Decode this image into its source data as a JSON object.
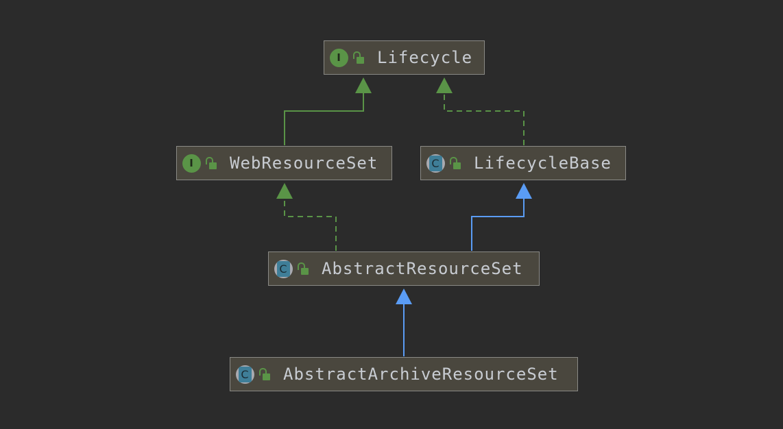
{
  "diagram": {
    "nodes": [
      {
        "id": "lifecycle",
        "name": "Lifecycle",
        "kind": "interface",
        "kind_letter": "I",
        "access_icon": "unlocked-public-icon"
      },
      {
        "id": "web-resource-set",
        "name": "WebResourceSet",
        "kind": "interface",
        "kind_letter": "I",
        "access_icon": "unlocked-public-icon"
      },
      {
        "id": "lifecycle-base",
        "name": "LifecycleBase",
        "kind": "abstract-class",
        "kind_letter": "C",
        "access_icon": "unlocked-public-icon"
      },
      {
        "id": "abstract-resource-set",
        "name": "AbstractResourceSet",
        "kind": "abstract-class",
        "kind_letter": "C",
        "access_icon": "unlocked-public-icon"
      },
      {
        "id": "abstract-archive-resource-set",
        "name": "AbstractArchiveResourceSet",
        "kind": "abstract-class",
        "kind_letter": "C",
        "access_icon": "unlocked-public-icon"
      }
    ],
    "edges": [
      {
        "from": "web-resource-set",
        "to": "lifecycle",
        "relation": "extends",
        "style": "solid",
        "color": "#5a9447"
      },
      {
        "from": "lifecycle-base",
        "to": "lifecycle",
        "relation": "implements",
        "style": "dashed",
        "color": "#5a9447"
      },
      {
        "from": "abstract-resource-set",
        "to": "web-resource-set",
        "relation": "implements",
        "style": "dashed",
        "color": "#5a9447"
      },
      {
        "from": "abstract-resource-set",
        "to": "lifecycle-base",
        "relation": "extends",
        "style": "solid",
        "color": "#5a9cf5"
      },
      {
        "from": "abstract-archive-resource-set",
        "to": "abstract-resource-set",
        "relation": "extends",
        "style": "solid",
        "color": "#5a9cf5"
      }
    ],
    "colors": {
      "background": "#2b2b2b",
      "node_fill": "#4a473e",
      "node_border": "#8a8a86",
      "interface_green": "#5a9447",
      "class_blue": "#3f7e98",
      "extends_blue": "#5a9cf5",
      "text": "#c8ccd2"
    }
  }
}
